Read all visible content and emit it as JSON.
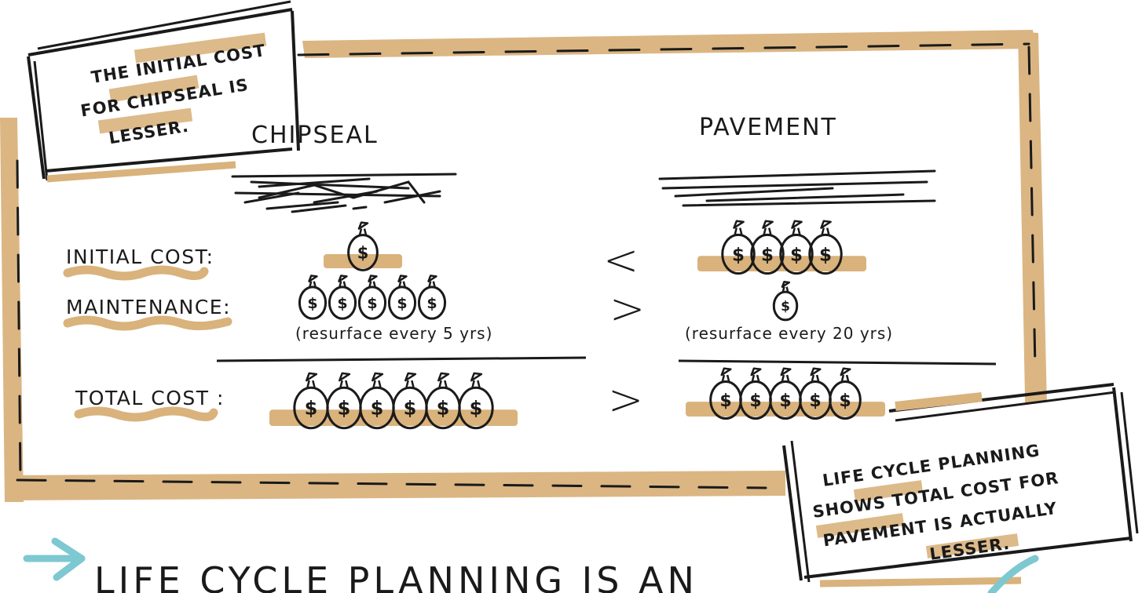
{
  "note_top": {
    "line1": "THE INITIAL COST",
    "line2": "FOR CHIPSEAL IS",
    "line3": "LESSER."
  },
  "columns": {
    "left": "CHIPSEAL",
    "right": "PAVEMENT"
  },
  "rows": {
    "initial": "INITIAL COST:",
    "maintenance": "MAINTENANCE:",
    "total": "TOTAL COST :"
  },
  "captions": {
    "left": "(resurface every 5 yrs)",
    "right": "(resurface every 20 yrs)"
  },
  "operators": {
    "initial": "<",
    "maintenance": ">",
    "total": ">"
  },
  "money_bags": {
    "symbol": "$",
    "chipseal_initial": 1,
    "chipseal_maintenance": 5,
    "chipseal_total": 6,
    "pavement_initial": 4,
    "pavement_maintenance": 1,
    "pavement_total": 5
  },
  "note_bottom": {
    "line1": "LIFE CYCLE PLANNING",
    "line2": "SHOWS TOTAL COST FOR",
    "line3": "PAVEMENT IS ACTUALLY",
    "line4": "LESSER."
  },
  "footer": {
    "text": "LIFE CYCLE PLANNING IS AN"
  },
  "colors": {
    "ink": "#1a1a1a",
    "highlight": "#d9b27c",
    "arrow": "#7ec8d1"
  }
}
